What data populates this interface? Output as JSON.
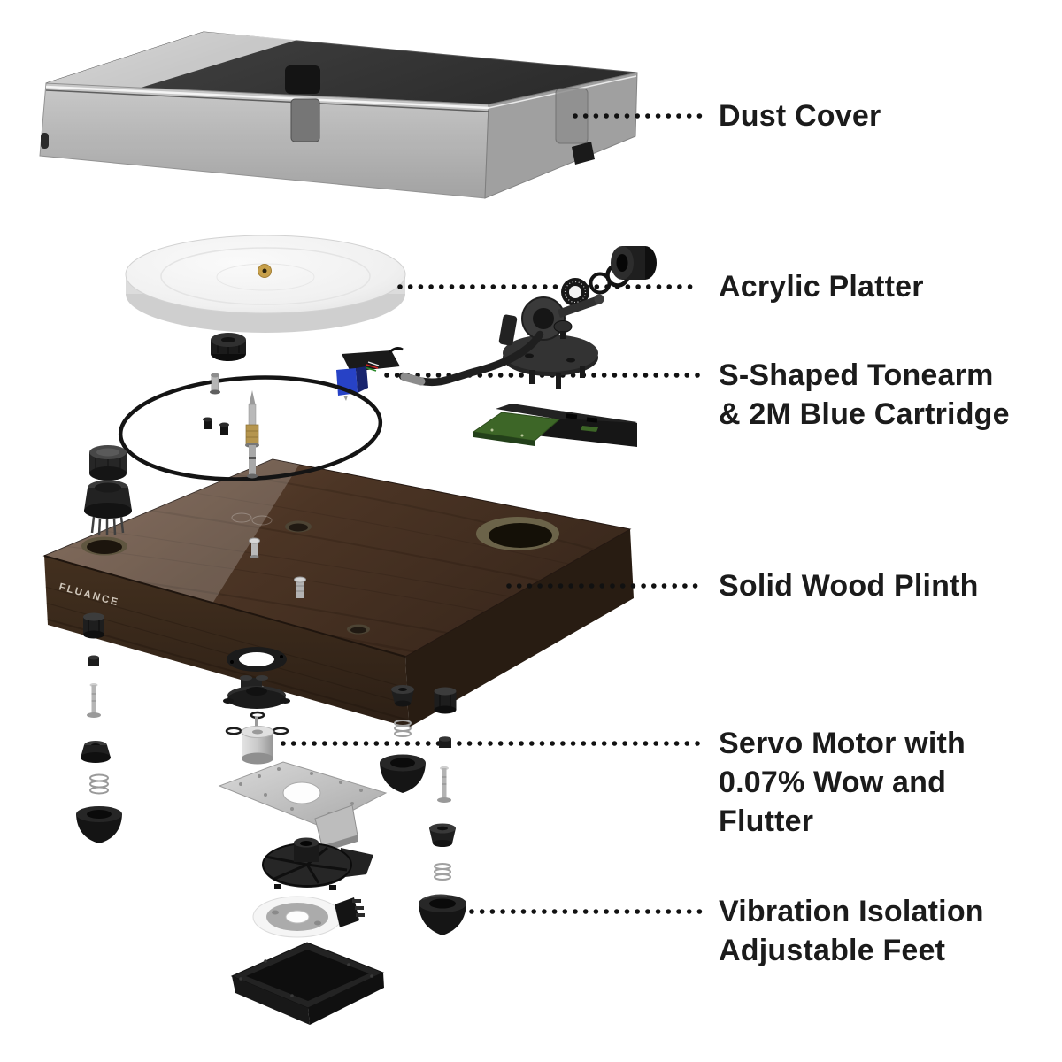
{
  "figure": {
    "type": "exploded-product-diagram",
    "subject": "turntable"
  },
  "brand": {
    "plinth_logo": "FLUANCE"
  },
  "palette": {
    "background": "#ffffff",
    "label_text": "#1b1b1b",
    "leader_dots": "#111111",
    "cartridge_blue": "#2742c6",
    "pcb_green": "#3d6627",
    "wood_top": "#5d4331",
    "platter_white": "#f2f2f2",
    "acrylic_smoke": "#9b9b9b",
    "brass_spindle": "#b5954e"
  },
  "labels": {
    "dust_cover": {
      "line1": "Dust Cover"
    },
    "acrylic_platter": {
      "line1": "Acrylic Platter"
    },
    "tonearm": {
      "line1": "S-Shaped Tonearm",
      "line2": "& 2M Blue Cartridge"
    },
    "plinth": {
      "line1": "Solid Wood Plinth"
    },
    "servo_motor": {
      "line1": "Servo Motor with",
      "line2": "0.07% Wow and",
      "line3": "Flutter"
    },
    "feet": {
      "line1": "Vibration Isolation",
      "line2": "Adjustable Feet"
    }
  }
}
